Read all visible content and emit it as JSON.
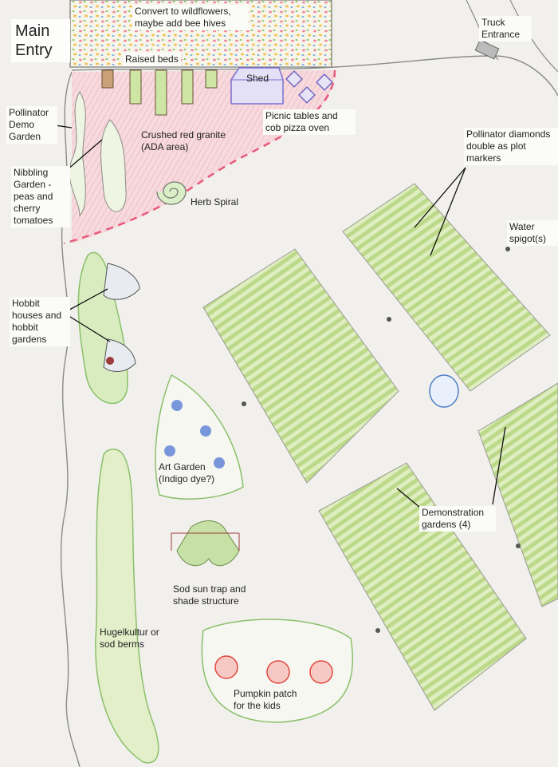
{
  "labels": {
    "main_entry": "Main Entry",
    "wildflowers": "Convert to wildflowers, maybe add bee hives",
    "raised_beds": "Raised beds",
    "shed": "Shed",
    "truck_entrance": "Truck Entrance",
    "pollinator_demo": "Pollinator Demo Garden",
    "crushed_granite": "Crushed red granite (ADA area)",
    "picnic": "Picnic tables and cob pizza oven",
    "pollinator_diamonds": "Pollinator diamonds double as plot markers",
    "nibbling": "Nibbling Garden - peas and cherry tomatoes",
    "herb_spiral": "Herb Spiral",
    "water_spigot": "Water spigot(s)",
    "hobbit": "Hobbit houses and hobbit gardens",
    "art_garden": "Art Garden (Indigo dye?)",
    "demo_gardens": "Demonstration gardens (4)",
    "sod_sun_trap": "Sod sun trap and shade structure",
    "hugelkultur": "Hugelkultur or sod berms",
    "pumpkin_patch": "Pumpkin patch for the kids"
  },
  "colors": {
    "paper": "#f1f0ec",
    "path_pencil": "#8a8a86",
    "plot_green": "#cfe3a0",
    "plot_green_dark": "#9cc46a",
    "granite_pink": "#f3cfd3",
    "granite_dash": "#e85a7a",
    "indigo": "#5b7fd6",
    "pumpkin": "#e0463e",
    "shed_purple": "#7a6fd0",
    "water_blue": "#4f7fc9"
  }
}
